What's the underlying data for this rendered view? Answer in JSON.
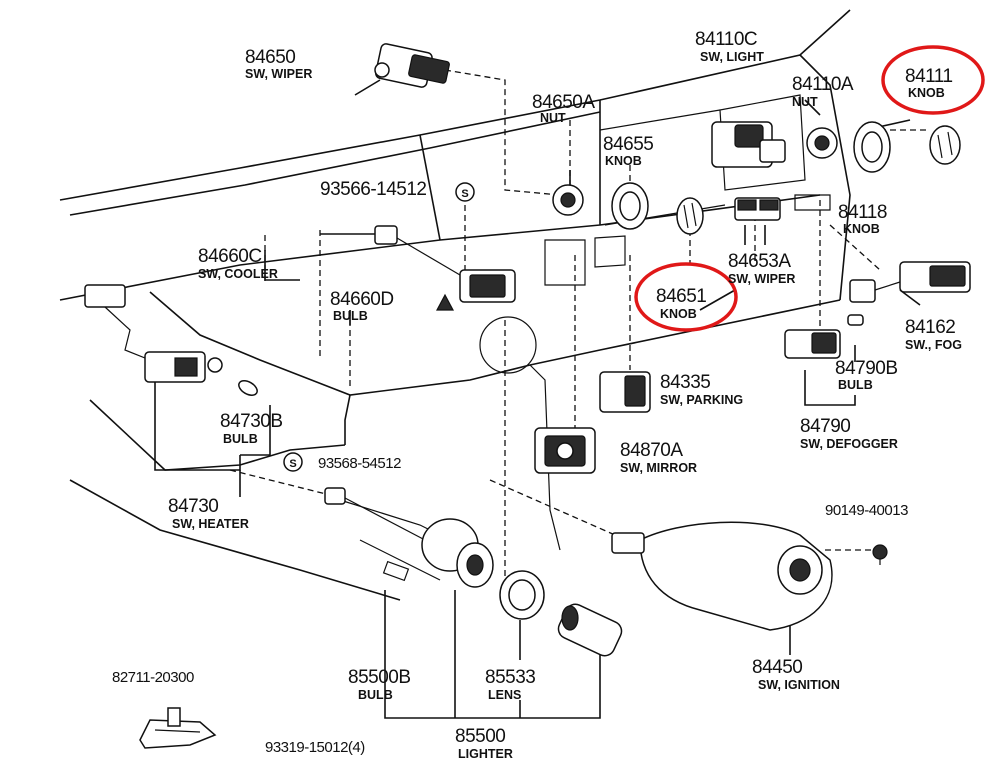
{
  "callouts": [
    {
      "number": "84650",
      "label": "SW, WIPER"
    },
    {
      "number": "84110C",
      "label": "SW, LIGHT"
    },
    {
      "number": "84110A",
      "label": "NUT"
    },
    {
      "number": "84111",
      "label": "KNOB"
    },
    {
      "number": "84650A",
      "label": "NUT"
    },
    {
      "number": "84655",
      "label": "KNOB"
    },
    {
      "number": "93566-14512"
    },
    {
      "number": "84118",
      "label": "KNOB"
    },
    {
      "number": "84660C",
      "label": "SW, COOLER"
    },
    {
      "number": "84653A",
      "label": "SW, WIPER"
    },
    {
      "number": "84660D",
      "label": "BULB"
    },
    {
      "number": "84651",
      "label": "KNOB"
    },
    {
      "number": "84162",
      "label": "SW., FOG"
    },
    {
      "number": "84790B",
      "label": "BULB"
    },
    {
      "number": "84335",
      "label": "SW, PARKING"
    },
    {
      "number": "84730B",
      "label": "BULB"
    },
    {
      "number": "84790",
      "label": "SW, DEFOGGER"
    },
    {
      "number": "84870A",
      "label": "SW, MIRROR"
    },
    {
      "number": "93568-54512"
    },
    {
      "number": "90149-40013"
    },
    {
      "number": "84730",
      "label": "SW, HEATER"
    },
    {
      "number": "84450",
      "label": "SW, IGNITION"
    },
    {
      "number": "85500B",
      "label": "BULB"
    },
    {
      "number": "85533",
      "label": "LENS"
    },
    {
      "number": "82711-20300"
    },
    {
      "number": "85500",
      "label": "LIGHTER"
    },
    {
      "number": "93319-15012(4)"
    }
  ],
  "highlights": {
    "color": "#e01818",
    "circled_parts": [
      "84111",
      "84651"
    ]
  }
}
